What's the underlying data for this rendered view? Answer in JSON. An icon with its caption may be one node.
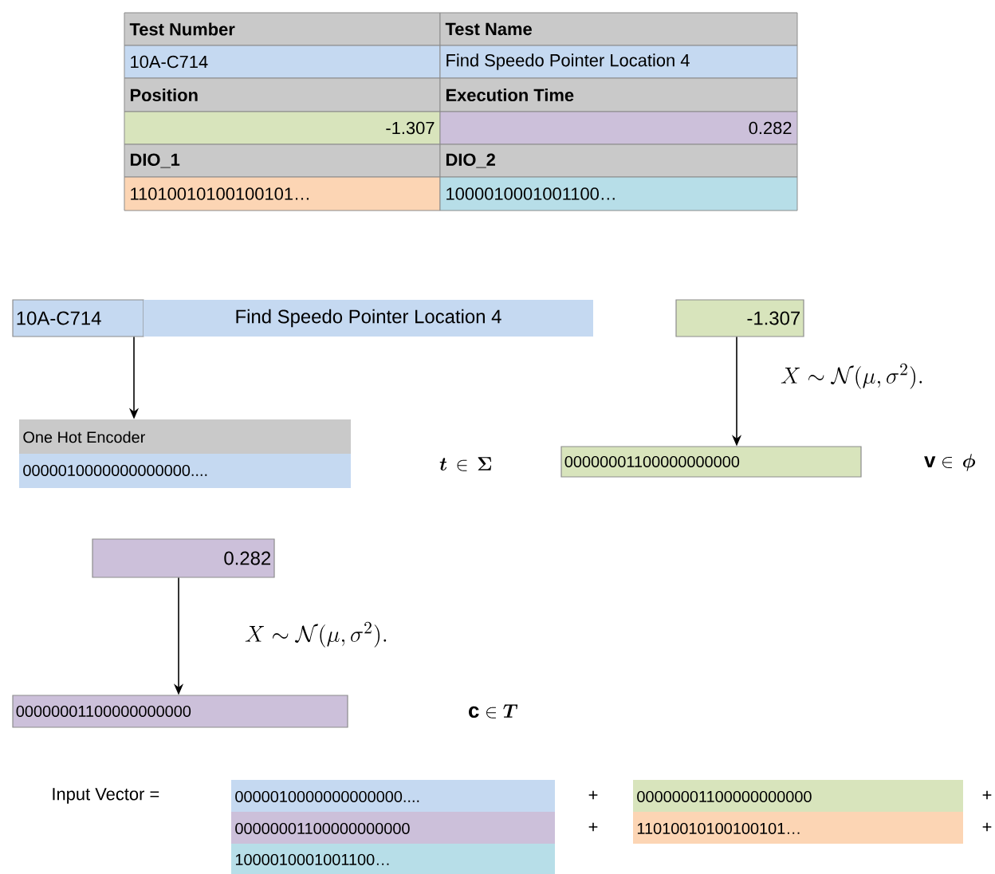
{
  "diagram": {
    "nodes": [
      {
        "text": [
          "10A-C714"
        ]
      },
      {
        "text": [
          "Find Speedo Pointer Location 4"
        ]
      },
      {
        "text": [
          "-1.307"
        ]
      },
      {
        "text": [
          "One Hot Encoder",
          "0000010000000000000...."
        ]
      },
      {
        "text": [
          "00000001100000000000"
        ]
      },
      {
        "text": [
          "0.282"
        ]
      },
      {
        "text": [
          "00000001100000000000"
        ]
      }
    ],
    "edges": [
      {
        "from": 0,
        "to": 3,
        "arrow": "to"
      },
      {
        "from": 2,
        "to": 4,
        "arrow": "to",
        "label": "X \\sim \\mathcal{N}(\\mu, \\sigma^2)."
      },
      {
        "from": 5,
        "to": 6,
        "arrow": "to",
        "label": "X \\sim \\mathcal{N}(\\mu, \\sigma^2)."
      }
    ],
    "labels": [
      "Test Number",
      "Test Name",
      "10A-C714",
      "Find Speedo Pointer Location 4",
      "Position",
      "Execution Time",
      "-1.307",
      "0.282",
      "DIO_1",
      "DIO_2",
      "11010010100100101…",
      "1000010001001100…",
      "\\boldsymbol{t} \\, \\in \\, \\boldsymbol{\\Sigma}",
      "\\mathbf{v} \\in \\, \\boldsymbol{\\phi}",
      "\\mathbf{c} \\in \\boldsymbol{T}",
      "Input Vector =",
      "0000010000000000000....",
      "+",
      "00000001100000000000",
      "+",
      "00000001100000000000",
      "+",
      "11010010100100101…",
      "+",
      "1000010001001100…"
    ]
  }
}
